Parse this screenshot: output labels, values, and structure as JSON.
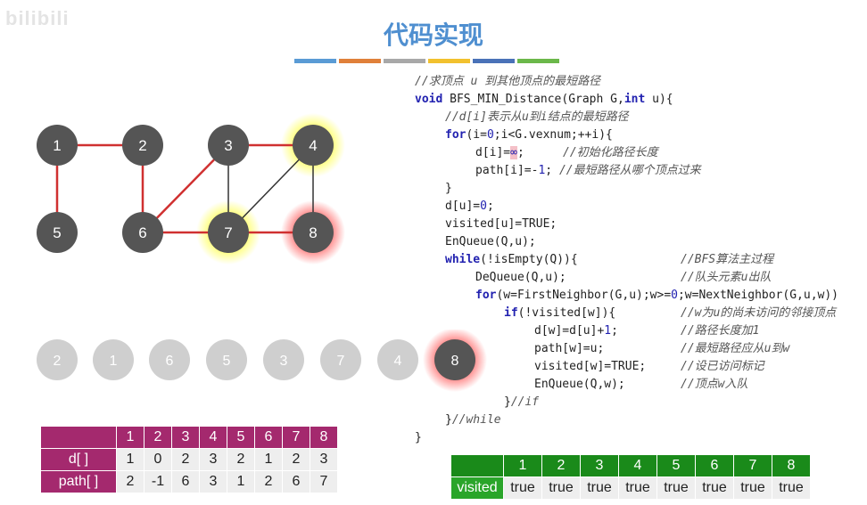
{
  "watermark": "bilibili",
  "title": "代码实现",
  "colors": {
    "accent_bar": [
      "#5a9bd5",
      "#e0803a",
      "#a8a8a8",
      "#f2c12e",
      "#4a72b8",
      "#6bb84a"
    ],
    "node": "#555555",
    "edge_bfs": "#d03030",
    "edge_other": "#333333",
    "table_header": "#a4296e",
    "visited_header": "#1a8a1a"
  },
  "graph": {
    "nodes": [
      "1",
      "2",
      "3",
      "4",
      "5",
      "6",
      "7",
      "8"
    ]
  },
  "queue": [
    "2",
    "1",
    "6",
    "5",
    "3",
    "7",
    "4",
    "8"
  ],
  "code": {
    "l1": "//求顶点 u 到其他顶点的最短路径",
    "l2a": "void",
    "l2b": " BFS_MIN_Distance(Graph G,",
    "l2c": "int",
    "l2d": " u){",
    "l3": "//d[i]表示从u到i结点的最短路径",
    "l4a": "for",
    "l4b": "(i=",
    "l4c": "0",
    "l4d": ";i<G.vexnum;++i){",
    "l5a": "d[i]=",
    "l5b": "∞",
    "l5c": ";",
    "l5d": "//初始化路径长度",
    "l6a": "path[i]=-",
    "l6b": "1",
    "l6c": "; ",
    "l6d": "//最短路径从哪个顶点过来",
    "l7": "}",
    "l8a": "d[u]=",
    "l8b": "0",
    "l8c": ";",
    "l9": "visited[u]=TRUE;",
    "l10": "EnQueue(Q,u);",
    "l11a": "while",
    "l11b": "(!isEmpty(Q)){",
    "l11c": "//BFS算法主过程",
    "l12a": "DeQueue(Q,u);",
    "l12b": "//队头元素u出队",
    "l13a": "for",
    "l13b": "(w=FirstNeighbor(G,u);w>=",
    "l13c": "0",
    "l13d": ";w=NextNeighbor(G,u,w))",
    "l14a": "if",
    "l14b": "(!visited[w]){",
    "l14c": "//w为u的尚未访问的邻接顶点",
    "l15a": "d[w]=d[u]+",
    "l15b": "1",
    "l15c": ";",
    "l15d": "//路径长度加1",
    "l16a": "path[w]=u;",
    "l16b": "//最短路径应从u到w",
    "l17a": "visited[w]=TRUE;",
    "l17b": "//设已访问标记",
    "l18a": "EnQueue(Q,w);",
    "l18b": "//顶点w入队",
    "l19a": "}",
    "l19b": "//if",
    "l20a": "}",
    "l20b": "//while",
    "l21": "}"
  },
  "dtable": {
    "headers": [
      "1",
      "2",
      "3",
      "4",
      "5",
      "6",
      "7",
      "8"
    ],
    "d_label": "d[ ]",
    "d": [
      "1",
      "0",
      "2",
      "3",
      "2",
      "1",
      "2",
      "3"
    ],
    "path_label": "path[ ]",
    "path": [
      "2",
      "-1",
      "6",
      "3",
      "1",
      "2",
      "6",
      "7"
    ]
  },
  "vtable": {
    "headers": [
      "1",
      "2",
      "3",
      "4",
      "5",
      "6",
      "7",
      "8"
    ],
    "label": "visited",
    "values": [
      "true",
      "true",
      "true",
      "true",
      "true",
      "true",
      "true",
      "true"
    ]
  }
}
